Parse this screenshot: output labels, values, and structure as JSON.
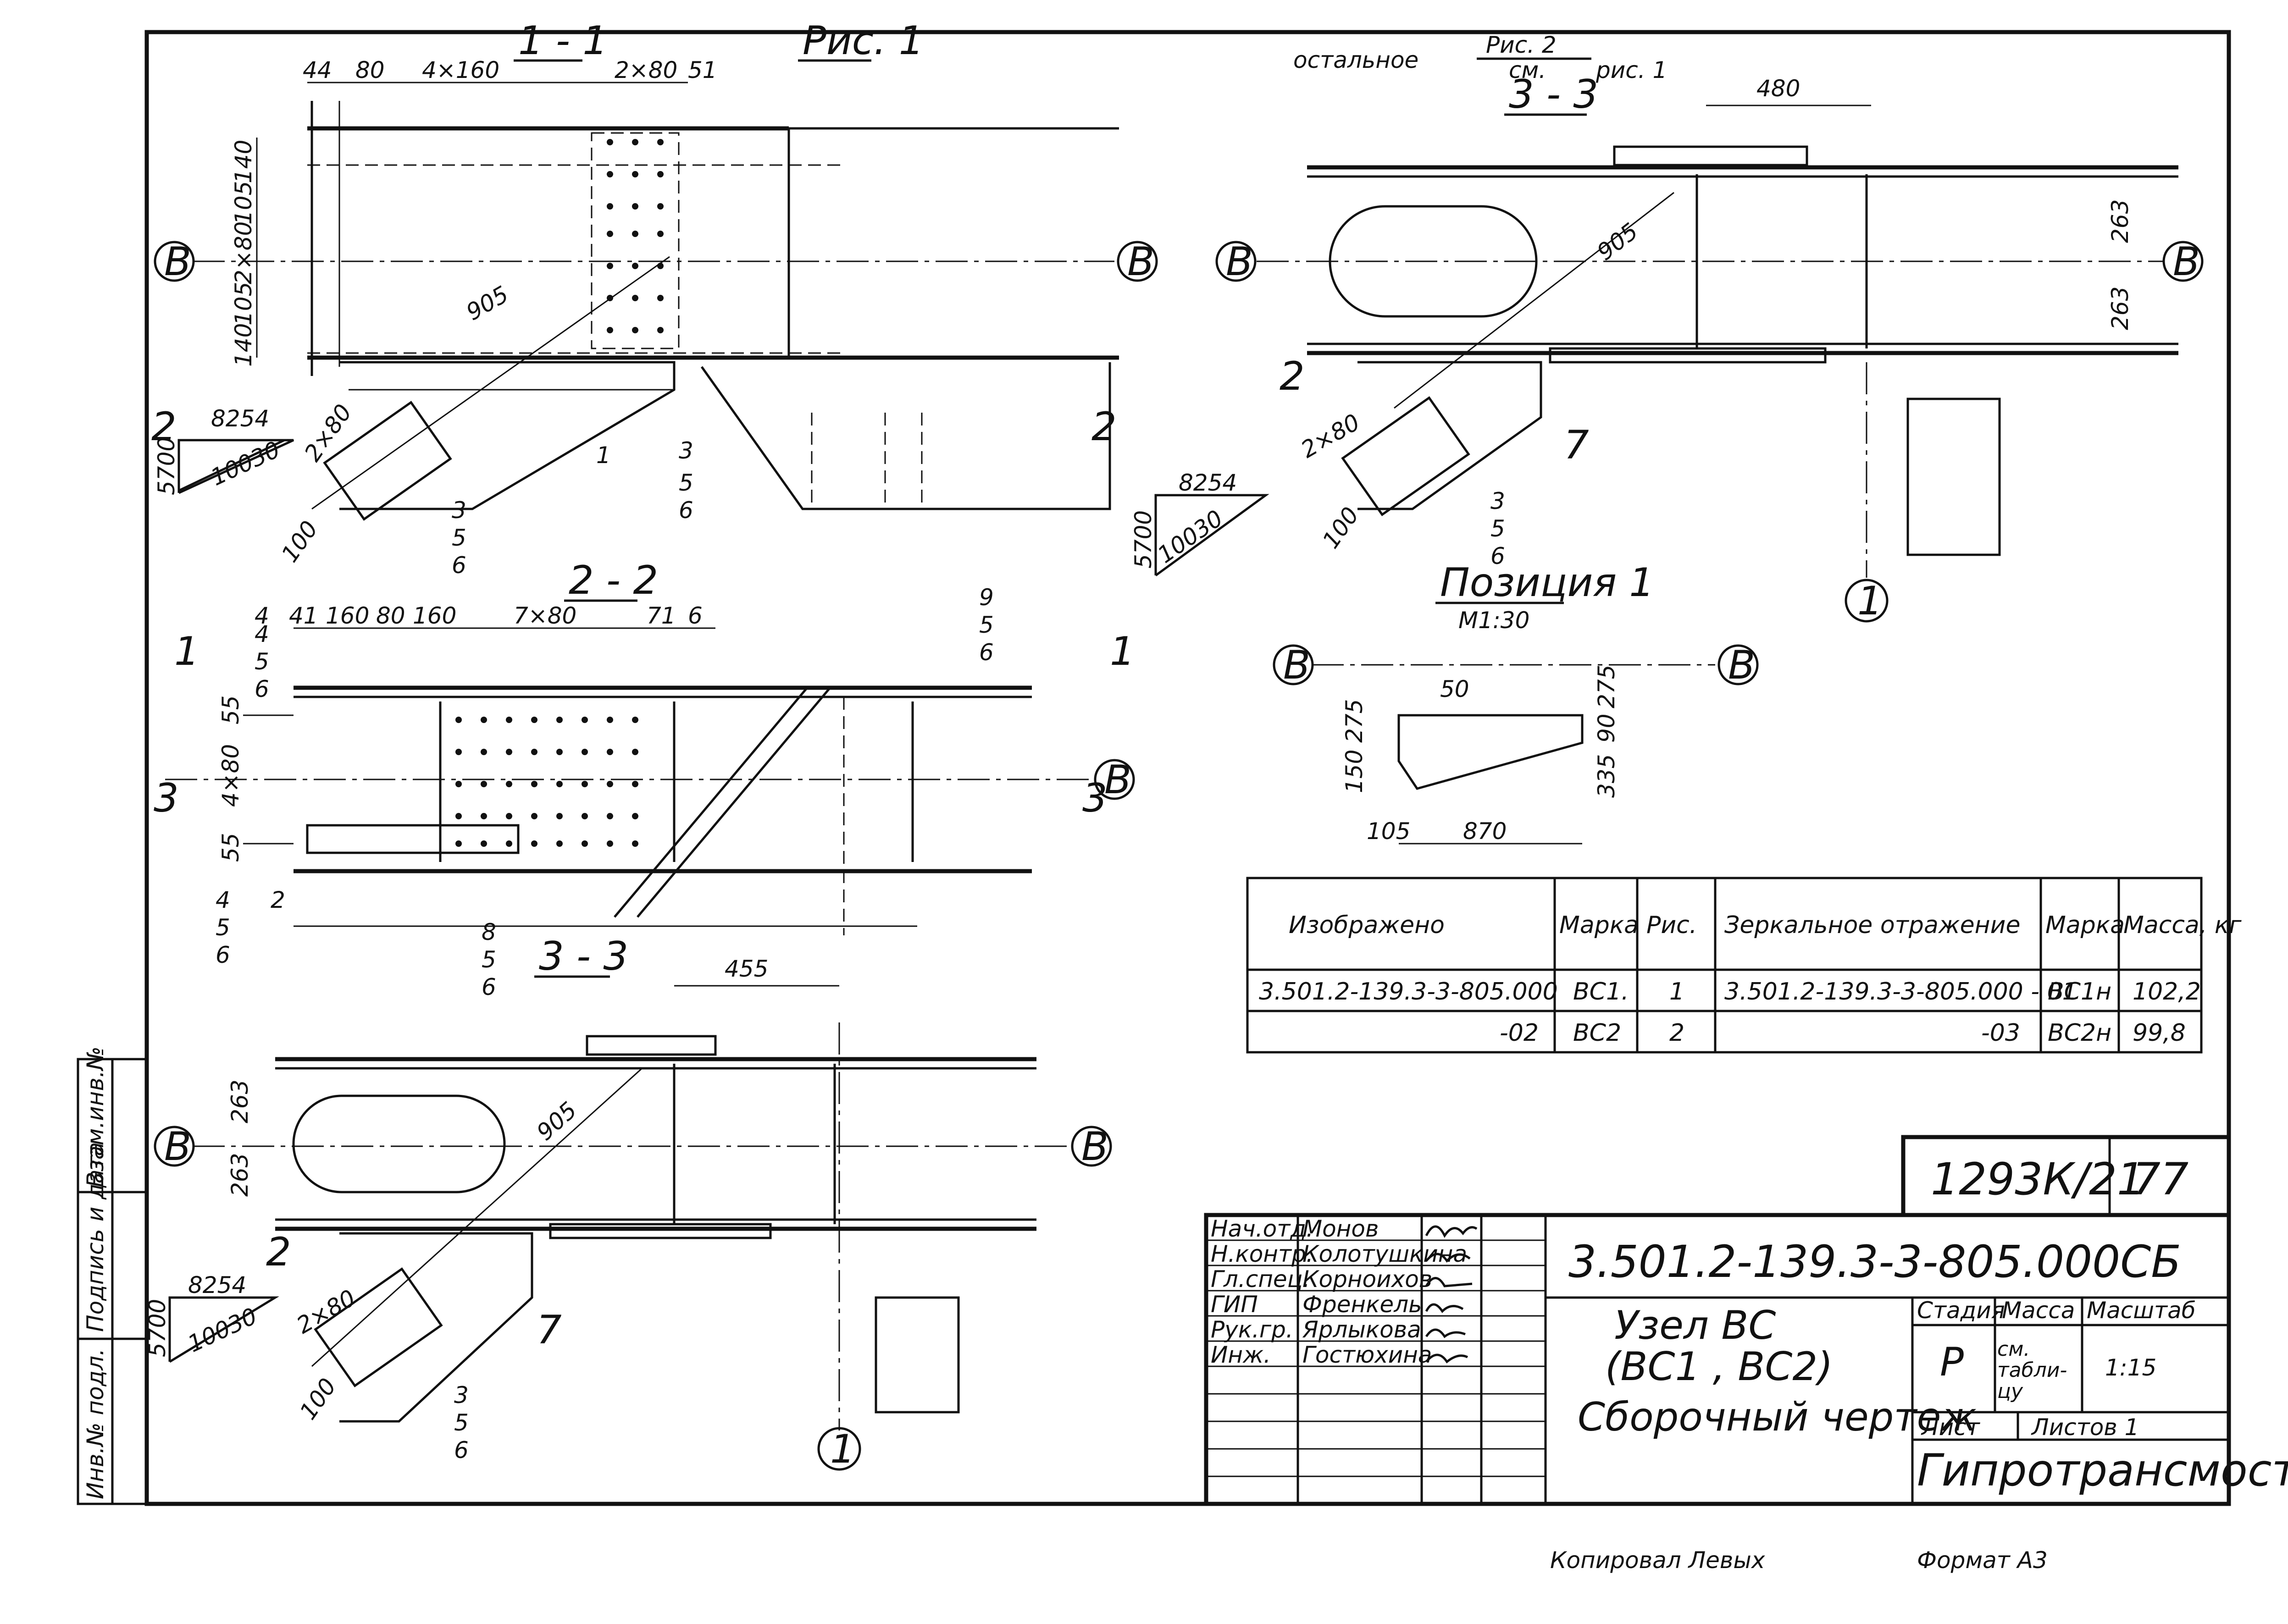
{
  "drawing": {
    "fig1_label": "Рис. 1",
    "fig2_label": "Рис. 2",
    "fig2_note_left": "остальное",
    "fig2_note_frac": "см.",
    "fig2_note_right": "рис. 1",
    "section_1_1": "1 - 1",
    "section_2_2": "2 - 2",
    "section_3_3": "3 - 3",
    "section_3_3_b": "3 - 3",
    "axis_B": "В",
    "axis_1": "1",
    "position_title": "Позиция 1",
    "position_scale": "М1:30",
    "dims_1_1": [
      "44",
      "80",
      "4×160",
      "2×80",
      "51"
    ],
    "dims_1_1_left": [
      "140",
      "105",
      "2×80",
      "105",
      "140"
    ],
    "dims_2_2": [
      "4",
      "41",
      "160",
      "80",
      "160",
      "7×80",
      "71",
      "6"
    ],
    "dims_2_2_left": [
      "55",
      "4×80",
      "55"
    ],
    "dim_905": "905",
    "dim_480": "480",
    "dim_455": "455",
    "dim_263": "263",
    "dim_2x80": "2×80",
    "dim_100": "100",
    "weld_8254": "8254",
    "weld_10030": "10030",
    "weld_5700": "5700",
    "pos_dims": [
      "50",
      "275",
      "90",
      "275",
      "150",
      "335",
      "105",
      "870"
    ],
    "marks": [
      "1",
      "2",
      "3",
      "4",
      "5",
      "6",
      "7",
      "8",
      "9"
    ]
  },
  "spec_table": {
    "headers": [
      "Изображено",
      "Марка",
      "Рис.",
      "Зеркальное отражение",
      "Марка",
      "Масса, кг"
    ],
    "rows": [
      [
        "3.501.2-139.3-3-805.000",
        "ВС1.",
        "1",
        "3.501.2-139.3-3-805.000 - 01",
        "ВС1н",
        "102,2"
      ],
      [
        "-02",
        "ВС2",
        "2",
        "-03",
        "ВС2н",
        "99,8"
      ]
    ]
  },
  "title_block": {
    "stamp_code": "1293К/21",
    "stamp_num": "77",
    "designation": "3.501.2-139.3-3-805.000СБ",
    "staff": [
      {
        "role": "Нач.отд.",
        "name": "Монов"
      },
      {
        "role": "Н.контр.",
        "name": "Колотушкина"
      },
      {
        "role": "Гл.спец.",
        "name": "Корноихов"
      },
      {
        "role": "ГИП",
        "name": "Френкель"
      },
      {
        "role": "Рук.гр.",
        "name": "Ярлыкова"
      },
      {
        "role": "Инж.",
        "name": "Гостюхина"
      }
    ],
    "name_line1": "Узел ВС",
    "name_line2": "(ВС1 , ВС2)",
    "name_line3": "Сборочный чертеж",
    "stage_hdr": "Стадия",
    "mass_hdr": "Масса",
    "scale_hdr": "Масштаб",
    "stage": "Р",
    "mass": "см. табли- цу",
    "scale": "1:15",
    "sheet_lbl": "Лист",
    "sheets_lbl": "Листов 1",
    "org": "Гипротрансмост"
  },
  "side_stamp": [
    "Взам.инв.№",
    "Подпись и дата",
    "Инв.№ подл."
  ],
  "footer": {
    "copied": "Копировал Левых",
    "format": "Формат А3"
  }
}
